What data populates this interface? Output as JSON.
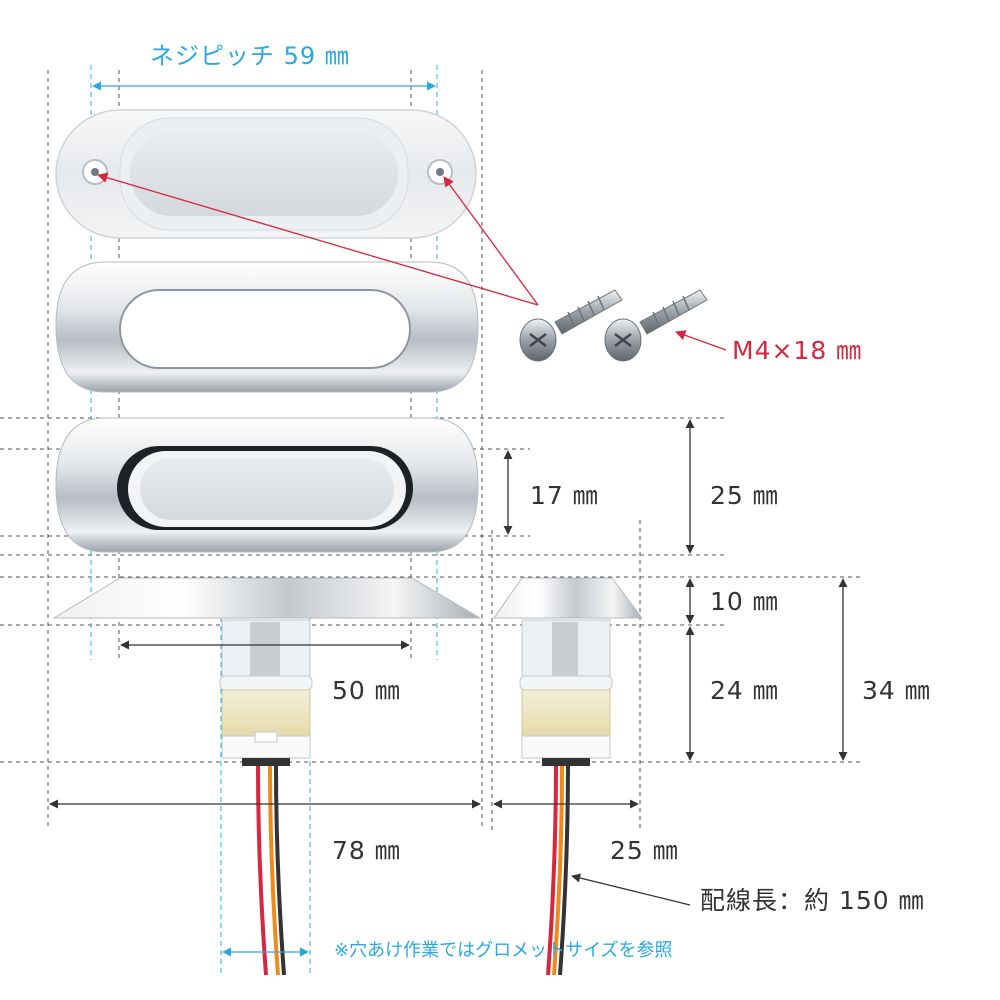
{
  "colors": {
    "dimension_text": "#333333",
    "guide_blue": "#29a9e1",
    "callout_red": "#d7263d",
    "dash_black": "#555555",
    "chrome_light": "#f2f4f6",
    "chrome_dark": "#9aa1a8"
  },
  "labels": {
    "screw_pitch": "ネジピッチ 59 ㎜",
    "screw_size": "M4×18 ㎜",
    "lens_height": "17 ㎜",
    "bezel_height": "25 ㎜",
    "flange_height": "10 ㎜",
    "body_height": "24 ㎜",
    "total_depth": "34 ㎜",
    "body_width": "50 ㎜",
    "overall_width": "78 ㎜",
    "side_width": "25 ㎜",
    "wire_length": "配線長：約 150 ㎜",
    "grommet_note": "※穴あけ作業ではグロメットサイズを参照"
  }
}
